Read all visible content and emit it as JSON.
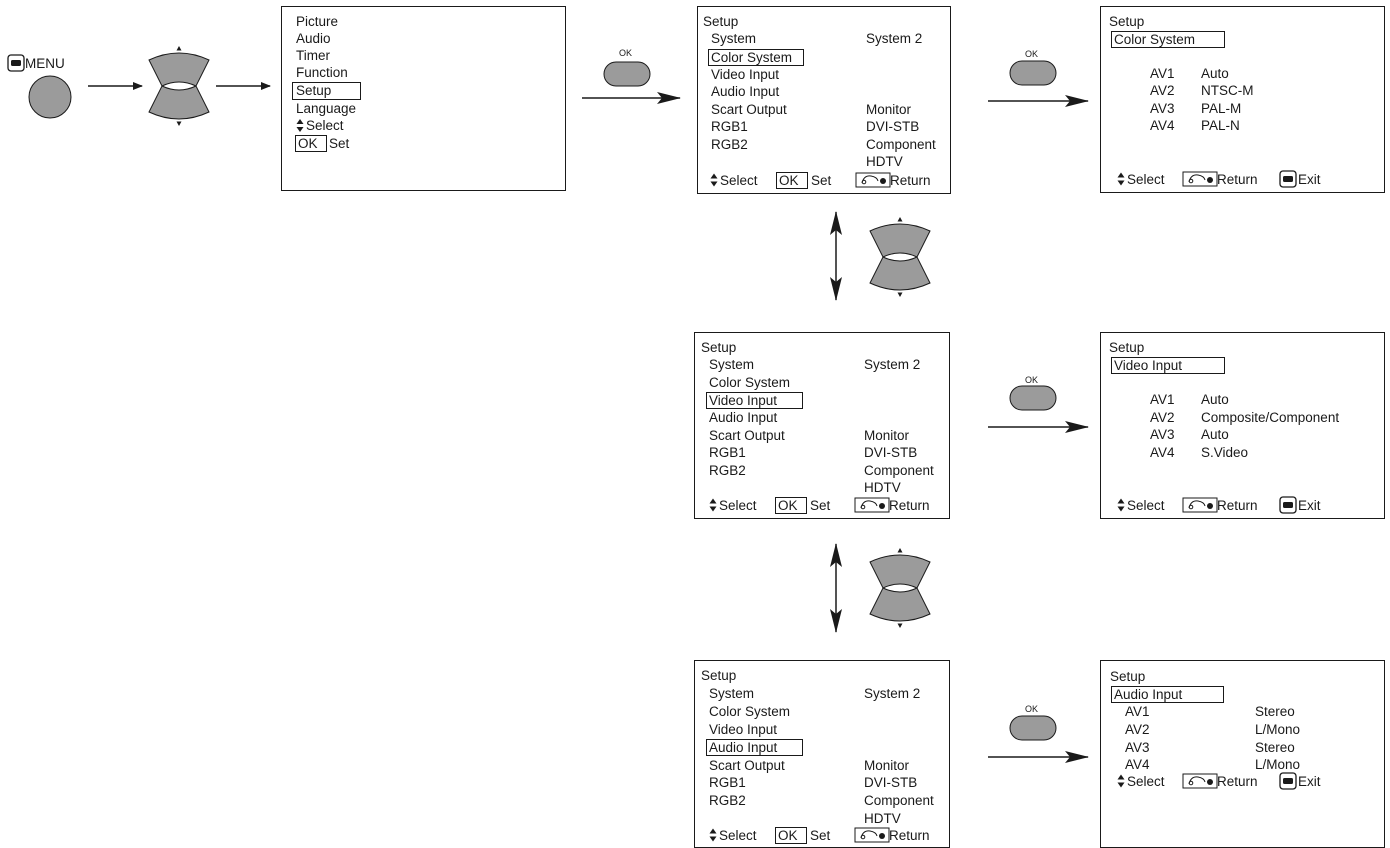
{
  "colors": {
    "button_fill": "#9b9b9b",
    "ink": "#1a1a1a",
    "background": "#ffffff"
  },
  "icons": [
    "menu-icon",
    "up-arrow-icon",
    "down-arrow-icon",
    "updown-icon",
    "return-icon",
    "exit-icon"
  ],
  "remote": {
    "menu_label": "MENU",
    "ok_label": "OK"
  },
  "main_menu": {
    "items": [
      "Picture",
      "Audio",
      "Timer",
      "Function",
      "Setup",
      "Language"
    ],
    "selected": "Setup",
    "select_label": "Select",
    "ok_key": "OK",
    "set_label": "Set"
  },
  "setup_menu": {
    "title": "Setup",
    "items": [
      "System",
      "Color System",
      "Video Input",
      "Audio Input",
      "Scart Output",
      "RGB1",
      "RGB2"
    ],
    "values": {
      "system": "System 2",
      "scart_output": "Monitor",
      "rgb1": "DVI-STB",
      "rgb2_line1": "Component",
      "rgb2_line2": "HDTV"
    },
    "footer": {
      "select": "Select",
      "ok_key": "OK",
      "set": "Set",
      "return": "Return"
    }
  },
  "color_system_panel": {
    "title": "Setup",
    "heading": "Color System",
    "rows": [
      {
        "input": "AV1",
        "value": "Auto"
      },
      {
        "input": "AV2",
        "value": "NTSC-M"
      },
      {
        "input": "AV3",
        "value": "PAL-M"
      },
      {
        "input": "AV4",
        "value": "PAL-N"
      }
    ],
    "footer": {
      "select": "Select",
      "return": "Return",
      "exit": "Exit"
    }
  },
  "video_input_panel": {
    "title": "Setup",
    "heading": "Video Input",
    "rows": [
      {
        "input": "AV1",
        "value": "Auto"
      },
      {
        "input": "AV2",
        "value": "Composite/Component"
      },
      {
        "input": "AV3",
        "value": "Auto"
      },
      {
        "input": "AV4",
        "value": "S.Video"
      }
    ],
    "footer": {
      "select": "Select",
      "return": "Return",
      "exit": "Exit"
    }
  },
  "audio_input_panel": {
    "title": "Setup",
    "heading": "Audio Input",
    "rows": [
      {
        "input": "AV1",
        "value": "Stereo"
      },
      {
        "input": "AV2",
        "value": "L/Mono"
      },
      {
        "input": "AV3",
        "value": "Stereo"
      },
      {
        "input": "AV4",
        "value": "L/Mono"
      }
    ],
    "footer": {
      "select": "Select",
      "return": "Return",
      "exit": "Exit"
    }
  }
}
